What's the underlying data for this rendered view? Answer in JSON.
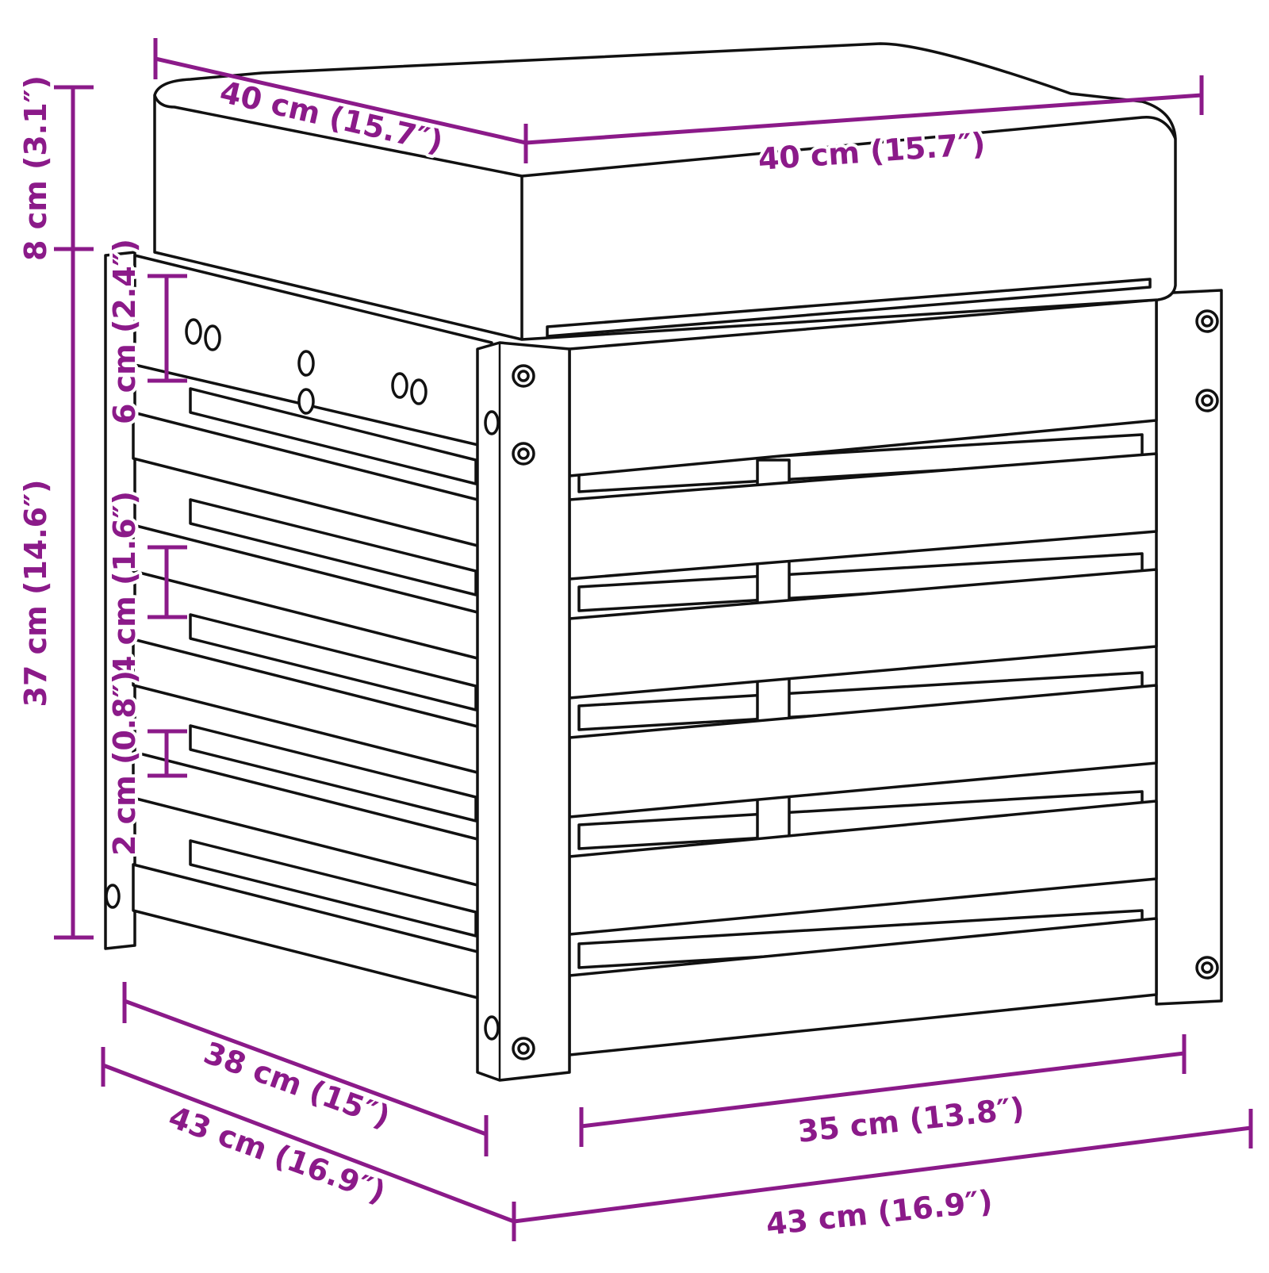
{
  "diagram": {
    "subject": "Wooden slatted footstool with seat cushion",
    "accent_color": "#8B1A89",
    "line_color": "#111111",
    "background_color": "#ffffff",
    "dimensions": {
      "cushion_depth": "40 cm (15.7″)",
      "cushion_width": "40 cm (15.7″)",
      "cushion_height": "8 cm (3.1″)",
      "frame_height": "37 cm (14.6″)",
      "top_slat_height": "6 cm (2.4″)",
      "slat_height": "4 cm (1.6″)",
      "slat_gap": "2 cm (0.8″)",
      "inner_depth": "38 cm (15″)",
      "outer_depth": "43 cm (16.9″)",
      "inner_width": "35 cm (13.8″)",
      "outer_width": "43 cm (16.9″)"
    }
  }
}
